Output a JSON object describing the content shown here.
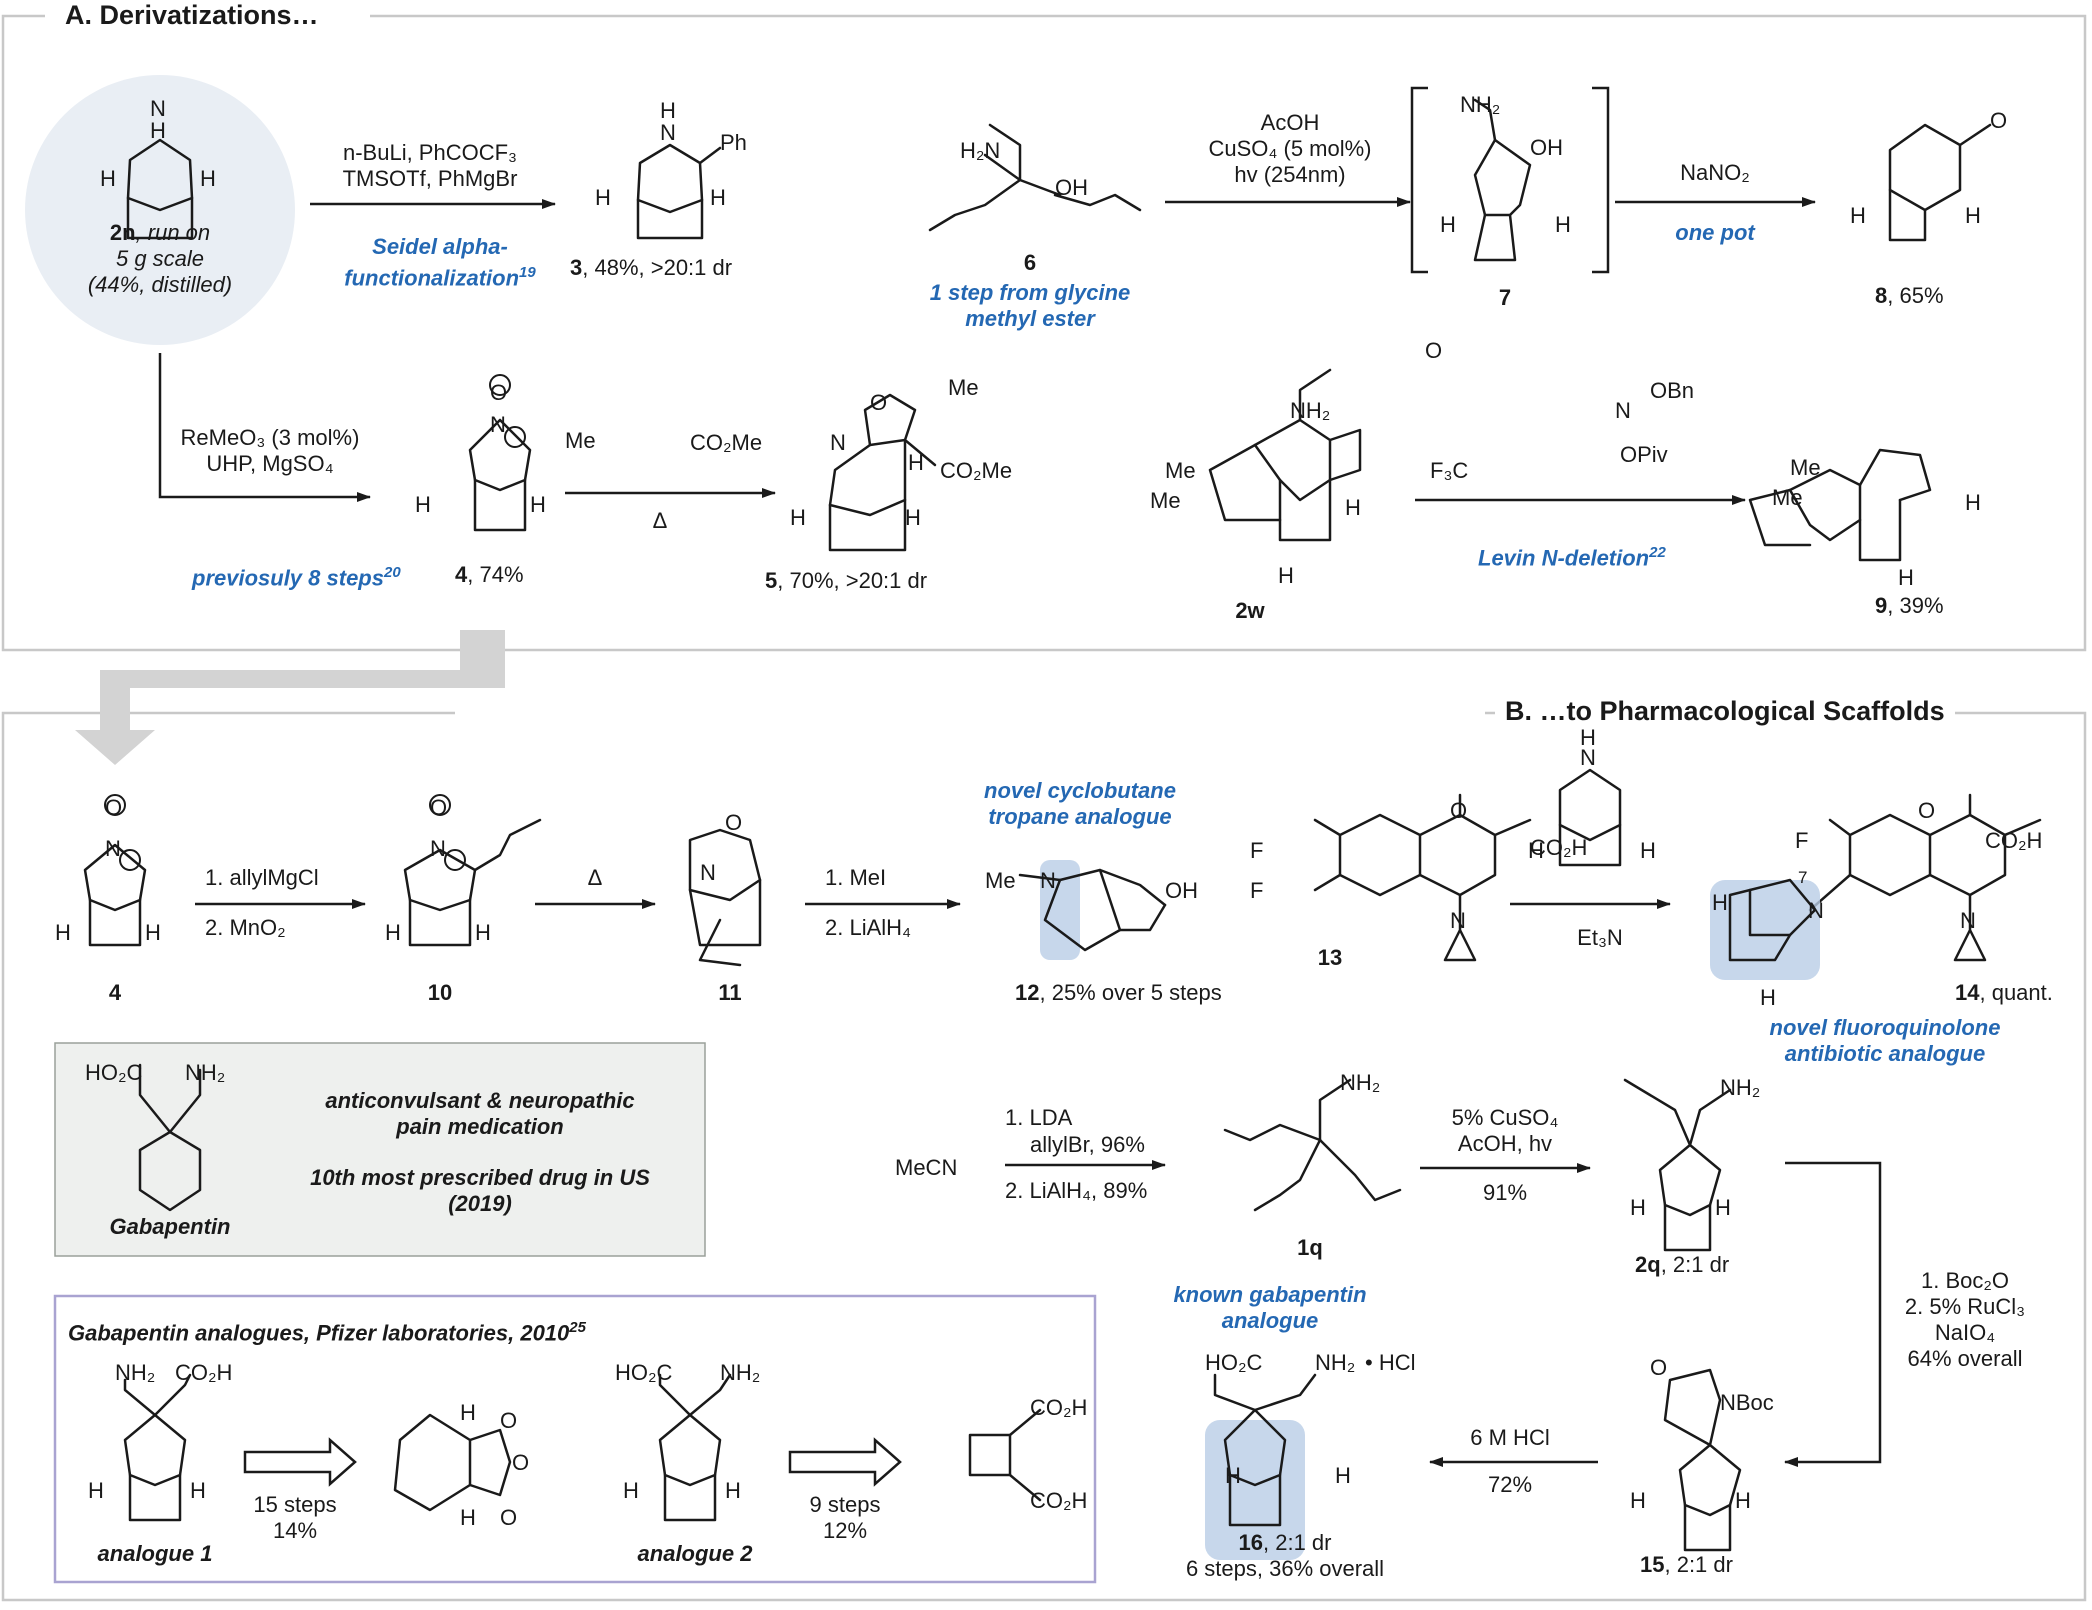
{
  "panel_a": {
    "header": "A. Derivatizations…",
    "start": {
      "label": "2n",
      "note1": ", run on",
      "note2": "5 g scale",
      "note3": "(44%, distilled)"
    },
    "rxn1": {
      "cond1": "n-BuLi, PhCOCF₃",
      "cond2": "TMSOTf, PhMgBr",
      "note1": "Seidel alpha-",
      "note2": "functionalization",
      "ref": "19",
      "product": "3",
      "yield": ", 48%, >20:1 dr"
    },
    "cmpd6": {
      "label": "6",
      "note1": "1 step from glycine",
      "note2": "methyl ester"
    },
    "rxn2": {
      "cond1": "AcOH",
      "cond2": "CuSO₄ (5 mol%)",
      "cond3": "hv (254nm)",
      "intermediate": "7"
    },
    "rxn3": {
      "cond": "NaNO₂",
      "note": "one pot",
      "product": "8",
      "yield": ", 65%"
    },
    "rxn4": {
      "cond1": "ReMeO₃ (3 mol%)",
      "cond2": "UHP, MgSO₄",
      "note": "previosuly 8 steps",
      "ref": "20",
      "product": "4",
      "yield": ", 74%"
    },
    "rxn5": {
      "reagent_left": "Me",
      "reagent_right": "CO₂Me",
      "cond": "Δ",
      "product": "5",
      "yield": ", 70%, >20:1 dr"
    },
    "rxn6": {
      "start": "2w",
      "reagent_n": "N",
      "reagent_o1": "O",
      "reagent_obn": "OBn",
      "reagent_opiv": "OPiv",
      "reagent_cf3": "F₃C",
      "note": "Levin N-deletion",
      "ref": "22",
      "product": "9",
      "yield": ", 39%"
    }
  },
  "panel_b": {
    "header": "B. …to Pharmacological Scaffolds",
    "rxn1": {
      "start": "4",
      "cond1": "1. allylMgCl",
      "cond2": "2. MnO₂",
      "product": "10"
    },
    "rxn2": {
      "cond": "Δ",
      "product": "11"
    },
    "rxn3": {
      "cond1": "1. MeI",
      "cond2": "2. LiAlH₄",
      "note1": "novel cyclobutane",
      "note2": "tropane analogue",
      "product": "12",
      "yield": ", 25% over 5 steps"
    },
    "rxn4": {
      "start": "13",
      "cond": "Et₃N",
      "product": "14",
      "yield": ", quant.",
      "note1": "novel fluoroquinolone",
      "note2": "antibiotic analogue",
      "position": "7"
    },
    "gabapentin": {
      "name": "Gabapentin",
      "line1": "anticonvulsant & neuropathic",
      "line2": "pain medication",
      "line3": "10th most prescribed drug in US",
      "line4": "(2019)"
    },
    "rxn5": {
      "start": "MeCN",
      "cond1": "1. LDA",
      "cond1b": "allylBr, 96%",
      "cond2": "2. LiAlH₄, 89%",
      "product": "1q"
    },
    "rxn6": {
      "cond1": "5% CuSO₄",
      "cond2": "AcOH, hv",
      "yield_cond": "91%",
      "product": "2q",
      "yield": ", 2:1 dr"
    },
    "rxn7": {
      "cond1": "1. Boc₂O",
      "cond2": "2. 5% RuCl₃",
      "cond3": "NaIO₄",
      "cond4": "64% overall",
      "product": "15",
      "yield": ", 2:1 dr"
    },
    "rxn8": {
      "cond": "6 M HCl",
      "yield_cond": "72%",
      "note1": "known gabapentin",
      "note2": "analogue",
      "product": "16",
      "yield": ", 2:1 dr",
      "yield2": "6 steps, 36% overall",
      "salt": "• HCl"
    },
    "pfizer": {
      "title": "Gabapentin analogues, Pfizer laboratories, 2010",
      "ref": "25",
      "a1": "analogue 1",
      "a1_steps": "15 steps",
      "a1_yield": "14%",
      "a2": "analogue 2",
      "a2_steps": "9 steps",
      "a2_yield": "12%"
    }
  },
  "colors": {
    "accent": "#2468b3",
    "highlight": "#b9cde6",
    "box_fill": "#eef0ee",
    "frame": "#c8c8c8",
    "pfizer_border": "#a9a3d1"
  }
}
